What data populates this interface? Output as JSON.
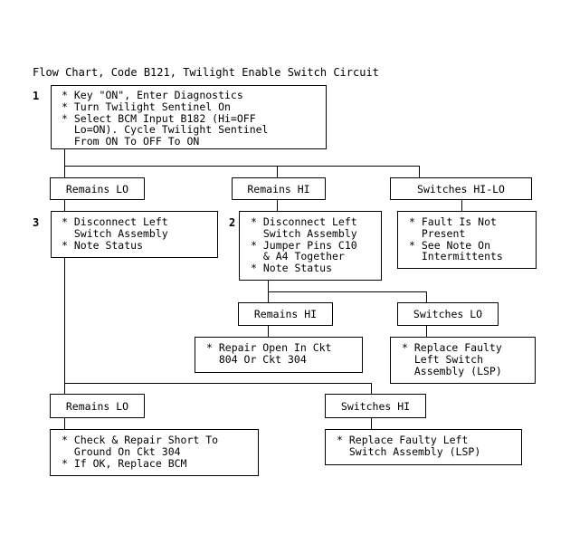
{
  "title": "Flow Chart, Code B121, Twilight Enable Switch Circuit",
  "step_numbers": {
    "s1": "1",
    "s2": "2",
    "s3": "3"
  },
  "boxes": {
    "step1": "* Key \"ON\", Enter Diagnostics\n* Turn Twilight Sentinel On\n* Select BCM Input B182 (Hi=OFF\n  Lo=ON). Cycle Twilight Sentinel\n  From ON To OFF To ON",
    "remains_lo_1": "Remains LO",
    "remains_hi_1": "Remains HI",
    "switches_hi_lo": "Switches HI-LO",
    "step3": "* Disconnect Left\n  Switch Assembly\n* Note Status",
    "step2": "* Disconnect Left\n  Switch Assembly\n* Jumper Pins C10\n  & A4 Together\n* Note Status",
    "fault_not_present": "* Fault Is Not\n  Present\n* See Note On\n  Intermittents",
    "remains_hi_2": "Remains HI",
    "switches_lo": "Switches LO",
    "repair_open": "* Repair Open In Ckt\n  804 Or Ckt 304",
    "replace_lsp_1": "* Replace Faulty\n  Left Switch\n  Assembly (LSP)",
    "remains_lo_2": "Remains LO",
    "switches_hi": "Switches HI",
    "check_repair_short": "* Check & Repair Short To\n  Ground On Ckt 304\n* If OK, Replace BCM",
    "replace_lsp_2": "* Replace Faulty Left\n  Switch Assembly (LSP)"
  }
}
